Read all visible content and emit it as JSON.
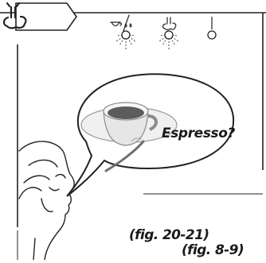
{
  "illustration": {
    "steam_tab_icon": "steam-nozzle-icon",
    "control_panel": {
      "indicator_icons": [
        "cup-with-drops-icon",
        "steam-icon",
        "power-indicator-icon"
      ],
      "lights": [
        {
          "name": "coffee-light",
          "state": "flashing"
        },
        {
          "name": "steam-light",
          "state": "flashing"
        },
        {
          "name": "power-light",
          "state": "off"
        }
      ]
    },
    "speech_bubble_text": "Espresso?"
  },
  "figure_refs": [
    "(fig. 20-21)",
    "(fig. 8-9)"
  ]
}
